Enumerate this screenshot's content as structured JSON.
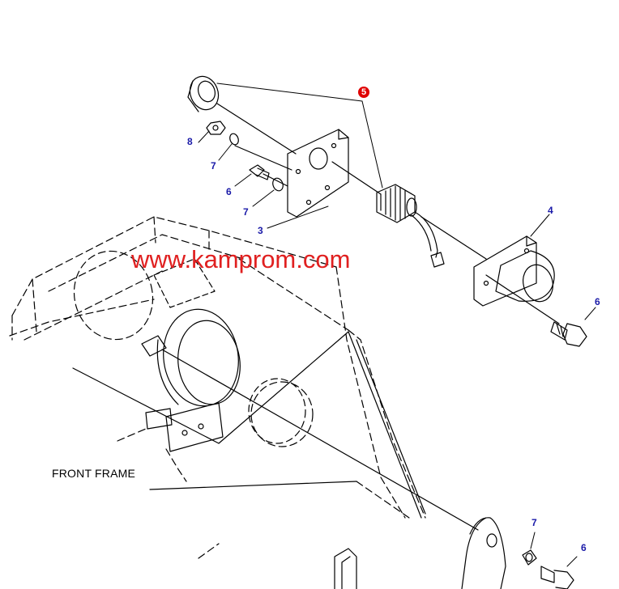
{
  "colors": {
    "line": "#000000",
    "callout": "#1a1aa8",
    "badge": "#e00000",
    "watermark": "#e02020"
  },
  "labels": {
    "badge_5": "5",
    "c8": "8",
    "c7_upper": "7",
    "c6_upper": "6",
    "c7_mid": "7",
    "c3": "3",
    "c4": "4",
    "c6_right": "6",
    "c7_lower": "7",
    "c6_lower": "6"
  },
  "frame_label": "FRONT FRAME",
  "watermark": "www.kamprom.com"
}
